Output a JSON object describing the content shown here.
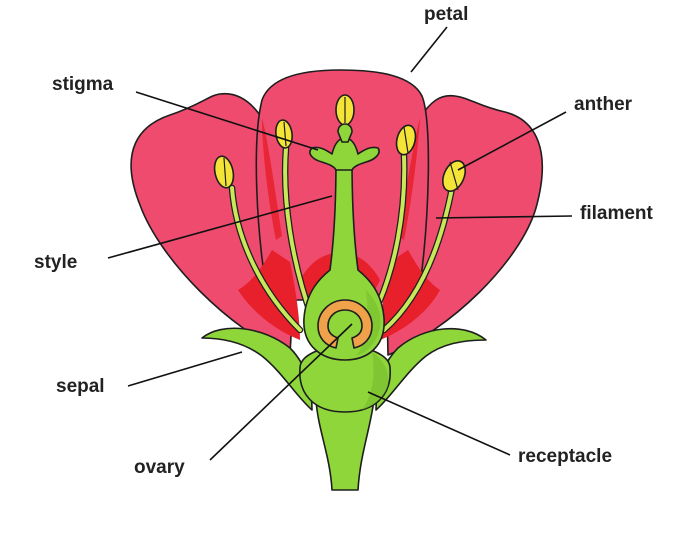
{
  "diagram": {
    "labels": {
      "petal": "petal",
      "stigma": "stigma",
      "anther": "anther",
      "filament": "filament",
      "style": "style",
      "sepal": "sepal",
      "ovary": "ovary",
      "receptacle": "receptacle"
    },
    "colors": {
      "petal": "#ee4b6e",
      "petal_inner": "#e8202c",
      "stem": "#8ed63a",
      "stem_dark": "#6fb52a",
      "filament": "#c8e85a",
      "anther": "#f4e438",
      "ovule": "#f0a24a",
      "outline": "#1e1e1e"
    }
  }
}
